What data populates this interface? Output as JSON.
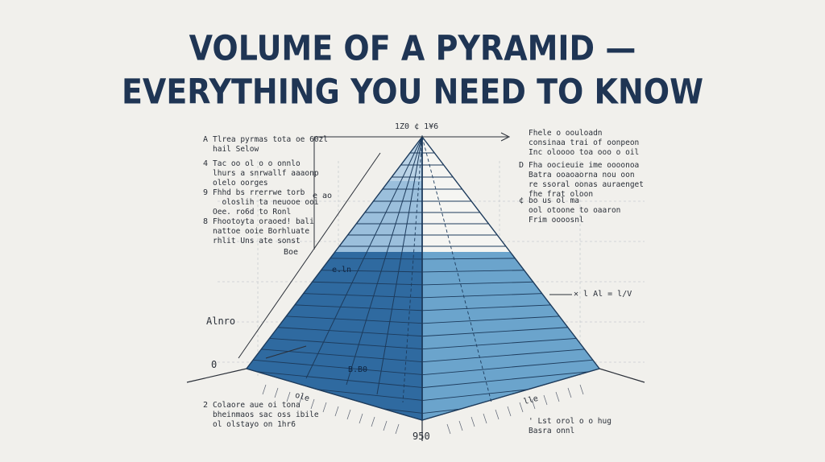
{
  "title": {
    "line1": "VOLUME OF A PYRAMID —",
    "line2": "EVERYTHING YOU NEED TO KNOW"
  },
  "diagram": {
    "apex_label": "1Z0 ¢ 1¥6",
    "colors": {
      "dark_blue": "#2f6aa0",
      "mid_blue": "#4f8fbf",
      "light_blue": "#9bbfdc",
      "pale_blue": "#d2e2ee",
      "title": "#1f3554"
    },
    "left_notes": [
      {
        "marker": "A",
        "text": "Tlrea pyrmas tota oe 60zl\nhail Selow"
      },
      {
        "marker": "4",
        "text": "Tac oo ol o o onnlo\nlhurs a snrwallf aaaonp\nolelo oorges"
      },
      {
        "marker": "9",
        "text": "Fhhd bs rrerrwe torb\n  oloslih ta neuooe ooi\nOee. ro6d to Ronl"
      },
      {
        "marker": "8",
        "text": "Fhootoyta oraoed! bali\nnattoe ooie Borhluate\nrhlit Uns ate sonst"
      }
    ],
    "right_notes": [
      {
        "marker": "",
        "text": "Fhele o oouloadn\nconsinaa trai of oonpeon\nInc oloooo toa ooo o oil"
      },
      {
        "marker": "D",
        "text": "Fha oocieuie ime oooonoa\nBatra ooaoaorna nou oon\nre ssoral oonas auraenget\nfhe frat oloon"
      },
      {
        "marker": "¢",
        "text": "bo us ol ma\nool otoone to oaaron\nFrim oooosnl"
      }
    ],
    "bottom_left_note": {
      "marker": "2",
      "text": "Colaore aue oi tona\nbheinmaos sac oss ibile\nol olstayo on 1hr6"
    },
    "bottom_right_note": {
      "text": "' Lst orol o o hug\nBasra onnl"
    },
    "labels": {
      "height_value": "e ao",
      "base": "Boe",
      "altitude": "Alnro",
      "zero": "0",
      "bottom_value": "950",
      "right_eq": "✕ l Al = l/V",
      "inner_label": "e.ln",
      "base_diag_left": "ole",
      "base_center": "B.B0",
      "base_diag_right": "lle"
    }
  }
}
